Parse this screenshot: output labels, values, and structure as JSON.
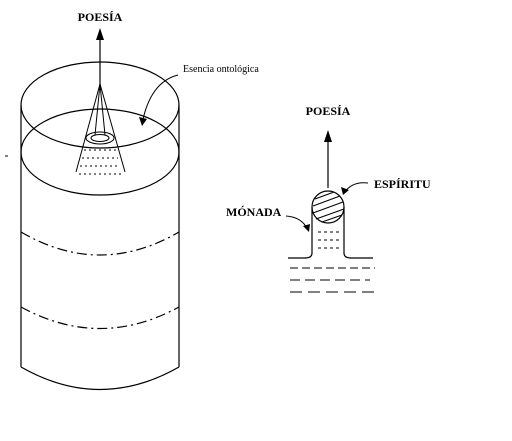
{
  "left_figure": {
    "top_label": "POESÍA",
    "pointer_label": "Esencia ontológica"
  },
  "right_figure": {
    "top_label": "POESÍA",
    "spirit_label": "ESPÍRITU",
    "monad_label": "MÓNADA"
  },
  "colors": {
    "ink": "#000000",
    "background": "#ffffff"
  }
}
